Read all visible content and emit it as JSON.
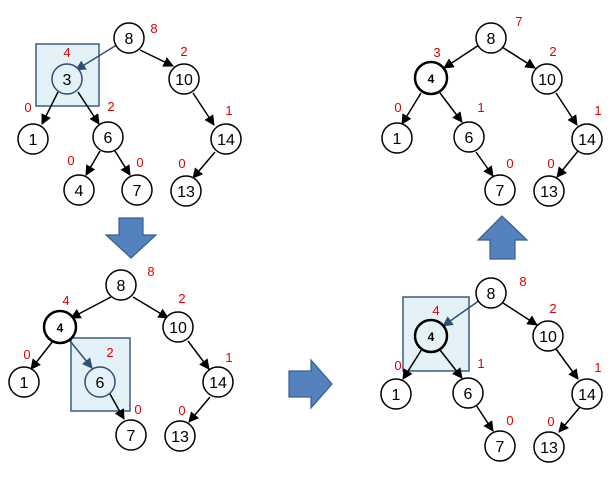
{
  "colors": {
    "stroke": "#000000",
    "badge": "#e00000",
    "highlight_fill": "#e4f1f7",
    "highlight_stroke": "#3d5f80",
    "inner_edge": "#2f4f77",
    "arrow_fill": "#5581bf",
    "arrow_stroke": "#3b5f8e"
  },
  "diagrams": [
    {
      "id": "top-left",
      "highlight": true,
      "nodes": [
        {
          "id": "n8",
          "label": "8",
          "badge": "8"
        },
        {
          "id": "n3",
          "label": "3",
          "badge": "4"
        },
        {
          "id": "n10",
          "label": "10",
          "badge": "2"
        },
        {
          "id": "n1",
          "label": "1",
          "badge": "0"
        },
        {
          "id": "n6",
          "label": "6",
          "badge": "2"
        },
        {
          "id": "n14",
          "label": "14",
          "badge": "1"
        },
        {
          "id": "n4",
          "label": "4",
          "badge": "0"
        },
        {
          "id": "n7",
          "label": "7",
          "badge": "0"
        },
        {
          "id": "n13",
          "label": "13",
          "badge": "0"
        }
      ]
    },
    {
      "id": "bottom-left",
      "highlight": true,
      "nodes": [
        {
          "id": "n8",
          "label": "8",
          "badge": "8"
        },
        {
          "id": "n4",
          "label": "4",
          "badge": "4"
        },
        {
          "id": "n10",
          "label": "10",
          "badge": "2"
        },
        {
          "id": "n1",
          "label": "1",
          "badge": "0"
        },
        {
          "id": "n6",
          "label": "6",
          "badge": "2"
        },
        {
          "id": "n14",
          "label": "14",
          "badge": "1"
        },
        {
          "id": "n7",
          "label": "7",
          "badge": "0"
        },
        {
          "id": "n13",
          "label": "13",
          "badge": "0"
        }
      ]
    },
    {
      "id": "bottom-right",
      "highlight": true,
      "nodes": [
        {
          "id": "n8",
          "label": "8",
          "badge": "8"
        },
        {
          "id": "n4",
          "label": "4",
          "badge": "4"
        },
        {
          "id": "n10",
          "label": "10",
          "badge": "2"
        },
        {
          "id": "n1",
          "label": "1",
          "badge": "0"
        },
        {
          "id": "n6",
          "label": "6",
          "badge": "1"
        },
        {
          "id": "n14",
          "label": "14",
          "badge": "1"
        },
        {
          "id": "n7",
          "label": "7",
          "badge": "0"
        },
        {
          "id": "n13",
          "label": "13",
          "badge": "0"
        }
      ]
    },
    {
      "id": "top-right",
      "highlight": false,
      "nodes": [
        {
          "id": "n8",
          "label": "8",
          "badge": "7"
        },
        {
          "id": "n4",
          "label": "4",
          "badge": "3"
        },
        {
          "id": "n10",
          "label": "10",
          "badge": "2"
        },
        {
          "id": "n1",
          "label": "1",
          "badge": "0"
        },
        {
          "id": "n6",
          "label": "6",
          "badge": "1"
        },
        {
          "id": "n14",
          "label": "14",
          "badge": "1"
        },
        {
          "id": "n7",
          "label": "7",
          "badge": "0"
        },
        {
          "id": "n13",
          "label": "13",
          "badge": "0"
        }
      ]
    }
  ],
  "flow_arrows": [
    {
      "id": "down-arrow",
      "direction": "down"
    },
    {
      "id": "right-arrow",
      "direction": "right"
    },
    {
      "id": "up-arrow",
      "direction": "up"
    }
  ]
}
